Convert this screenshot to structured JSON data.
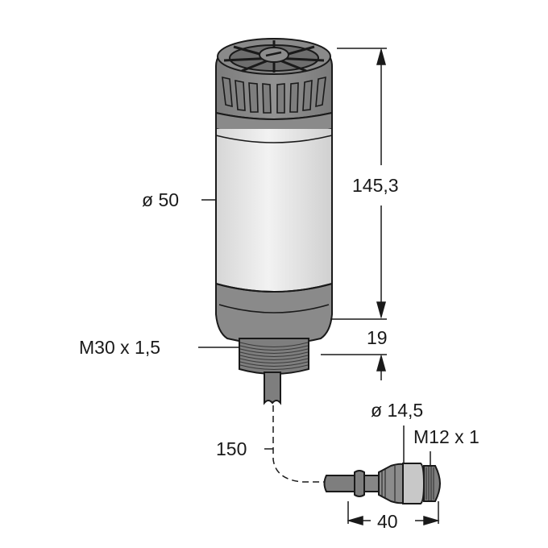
{
  "drawing": {
    "subject": "Signal tower light with cable and M12 connector",
    "colors": {
      "outline": "#1a1a1a",
      "dark_grey": "#7a7a7a",
      "mid_grey": "#8c8c8c",
      "light_body": "#e6e6e6",
      "connector_ring": "#c8c8c8",
      "background": "#ffffff"
    }
  },
  "dimensions": {
    "height_total": "145,3",
    "diameter_body": "ø 50",
    "thread_main": "M30 x 1,5",
    "thread_length": "19",
    "cable_length": "150",
    "connector_diameter": "ø 14,5",
    "connector_thread": "M12 x 1",
    "connector_length": "40"
  }
}
